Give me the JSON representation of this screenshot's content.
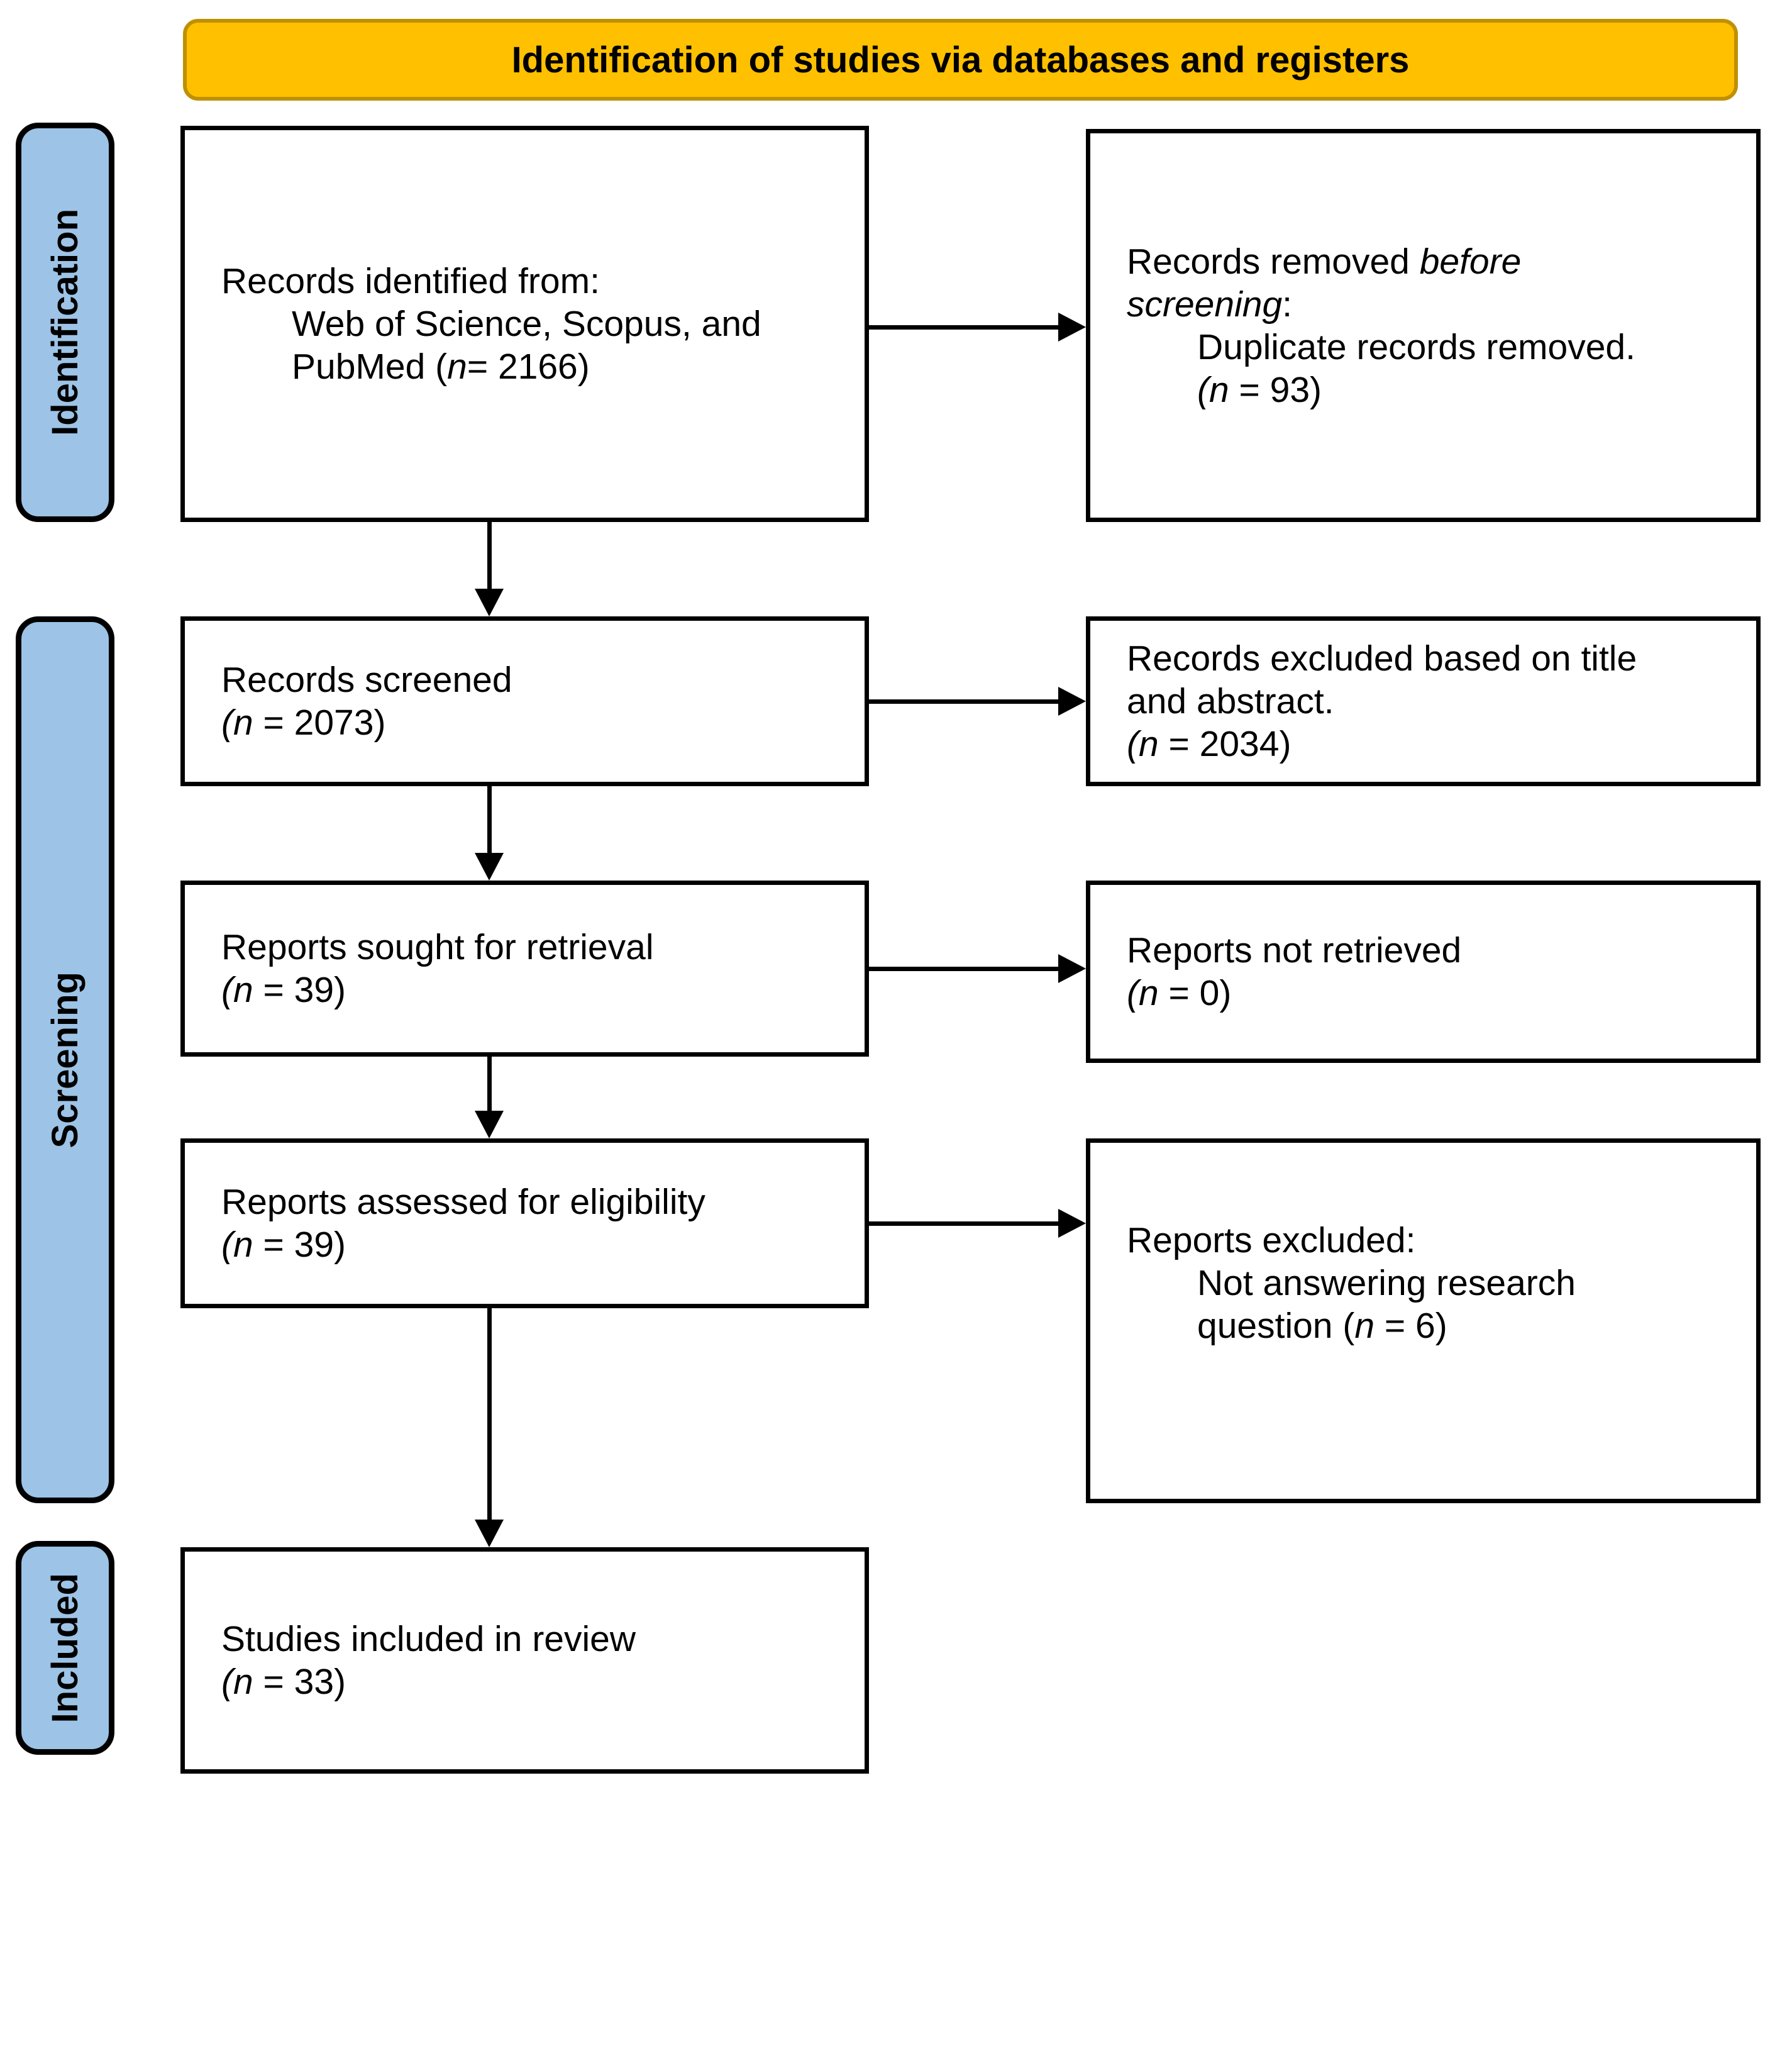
{
  "title": {
    "label": "Identification of studies via databases and registers"
  },
  "colors": {
    "accent_orange": "#FFC000",
    "accent_orange_border": "#BF9000",
    "sidebar_blue": "#9DC3E6",
    "line_color": "#000000"
  },
  "stages": [
    {
      "label": "Identification"
    },
    {
      "label": "Screening"
    },
    {
      "label": "Included"
    }
  ],
  "boxes": {
    "records_identified": {
      "lines": [
        {
          "segs": [
            {
              "t": "Records identified from:"
            }
          ]
        },
        {
          "indent": true,
          "segs": [
            {
              "t": "Web of Science, Scopus, and"
            }
          ]
        },
        {
          "indent": true,
          "segs": [
            {
              "t": "PubMed ("
            },
            {
              "t": "n",
              "i": true
            },
            {
              "t": "= 2166)"
            }
          ]
        }
      ]
    },
    "records_removed": {
      "lines": [
        {
          "segs": [
            {
              "t": "Records removed "
            },
            {
              "t": "before",
              "i": true
            }
          ]
        },
        {
          "segs": [
            {
              "t": "screening",
              "i": true
            },
            {
              "t": ":"
            }
          ]
        },
        {
          "indent": true,
          "segs": [
            {
              "t": "Duplicate records removed."
            }
          ]
        },
        {
          "indent": true,
          "segs": [
            {
              "t": "(n",
              "i": true
            },
            {
              "t": " = 93)"
            }
          ]
        }
      ]
    },
    "records_screened": {
      "lines": [
        {
          "segs": [
            {
              "t": "Records screened"
            }
          ]
        },
        {
          "segs": [
            {
              "t": "(n",
              "i": true
            },
            {
              "t": " = 2073)"
            }
          ]
        }
      ]
    },
    "records_excluded": {
      "lines": [
        {
          "segs": [
            {
              "t": "Records excluded based on title"
            }
          ]
        },
        {
          "segs": [
            {
              "t": "and abstract."
            }
          ]
        },
        {
          "segs": [
            {
              "t": "(n",
              "i": true
            },
            {
              "t": " = 2034)"
            }
          ]
        }
      ]
    },
    "reports_sought": {
      "lines": [
        {
          "segs": [
            {
              "t": "Reports sought for retrieval"
            }
          ]
        },
        {
          "segs": [
            {
              "t": "(n",
              "i": true
            },
            {
              "t": " = 39)"
            }
          ]
        }
      ]
    },
    "reports_not_retrieved": {
      "lines": [
        {
          "segs": [
            {
              "t": "Reports not retrieved"
            }
          ]
        },
        {
          "segs": [
            {
              "t": "(n",
              "i": true
            },
            {
              "t": " = 0)"
            }
          ]
        }
      ]
    },
    "reports_assessed": {
      "lines": [
        {
          "segs": [
            {
              "t": "Reports assessed for eligibility"
            }
          ]
        },
        {
          "segs": [
            {
              "t": "(n",
              "i": true
            },
            {
              "t": " = 39)"
            }
          ]
        }
      ]
    },
    "reports_excluded": {
      "lines": [
        {
          "segs": [
            {
              "t": "Reports excluded:"
            }
          ]
        },
        {
          "indent": true,
          "segs": [
            {
              "t": "Not answering research"
            }
          ]
        },
        {
          "indent": true,
          "segs": [
            {
              "t": "question ("
            },
            {
              "t": "n",
              "i": true
            },
            {
              "t": " = 6)"
            }
          ]
        }
      ]
    },
    "studies_included": {
      "lines": [
        {
          "segs": [
            {
              "t": "Studies included in review"
            }
          ]
        },
        {
          "segs": [
            {
              "t": "(n",
              "i": true
            },
            {
              "t": " = 33)"
            }
          ]
        }
      ]
    }
  }
}
